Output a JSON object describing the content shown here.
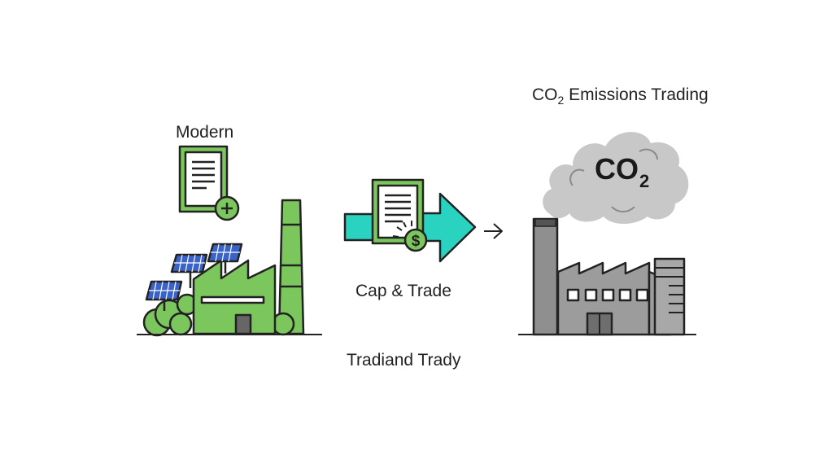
{
  "labels": {
    "modern": "Modern",
    "cap_trade": "Cap & Trade",
    "tradiand": "Tradiand Trady",
    "title_prefix": "CO",
    "title_sub": "2",
    "title_suffix": " Emissions Trading"
  },
  "cloud": {
    "text": "CO",
    "sub": "2"
  },
  "icons": {
    "permit_plus_badge": "plus",
    "money_badge": "$",
    "arrow": "→"
  },
  "colors": {
    "green": "#7cc65e",
    "green_dark": "#2d7a2b",
    "teal": "#2ad3c0",
    "solar_blue": "#3a63c9",
    "factory_gray": "#8f8f8f",
    "cloud_gray": "#c8c8c8",
    "outline": "#222222"
  }
}
